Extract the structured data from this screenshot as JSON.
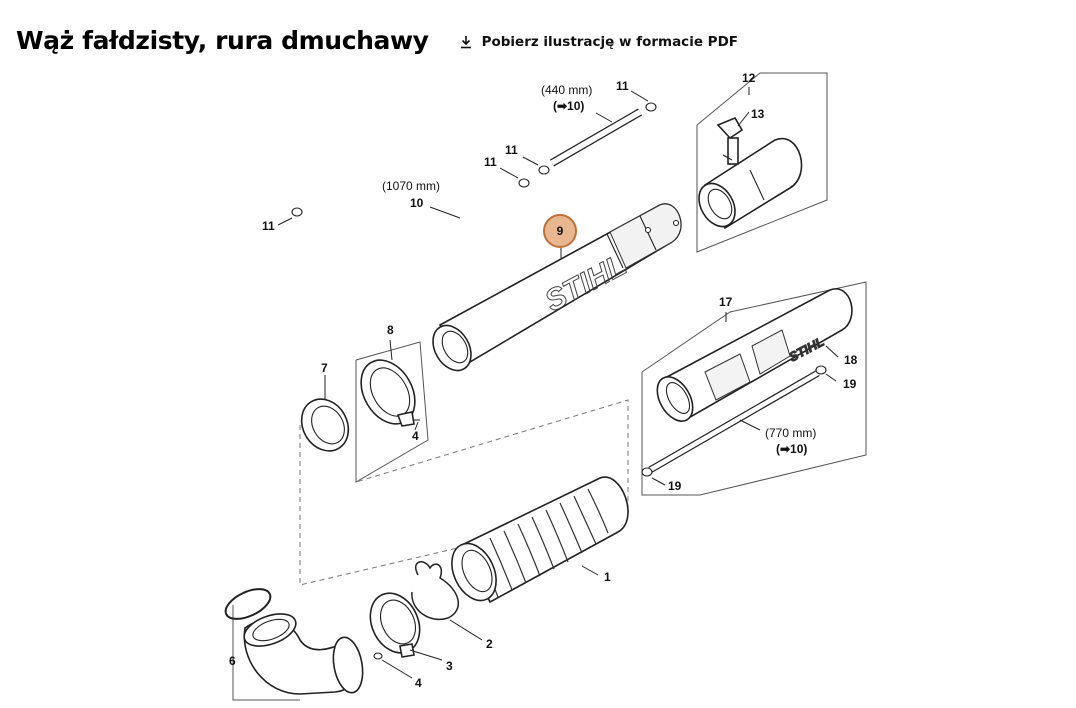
{
  "header": {
    "title": "Wąż fałdzisty, rura dmuchawy",
    "pdf_link": "Pobierz ilustrację w formacie PDF"
  },
  "icons": {
    "download": "download-icon"
  },
  "colors": {
    "highlight_fill": "#e8b78f",
    "highlight_stroke": "#c0703a"
  },
  "callouts": {
    "c1": "1",
    "c2": "2",
    "c3": "3",
    "c4a": "4",
    "c4b": "4",
    "c6": "6",
    "c7": "7",
    "c8": "8",
    "c9": "9",
    "c10": "10",
    "c11a": "11",
    "c11b": "11",
    "c11c": "11",
    "c11d": "11",
    "c12": "12",
    "c13": "13",
    "c17": "17",
    "c18": "18",
    "c19a": "19",
    "c19b": "19"
  },
  "annotations": {
    "len_440": "(440 mm)",
    "ref_440": "(➡10)",
    "len_1070": "(1070 mm)",
    "len_770": "(770 mm)",
    "ref_770": "(➡10)"
  },
  "brand": {
    "tube_logo": "STIHL",
    "tube_logo_small": "STIHL"
  },
  "selected_part": "9"
}
